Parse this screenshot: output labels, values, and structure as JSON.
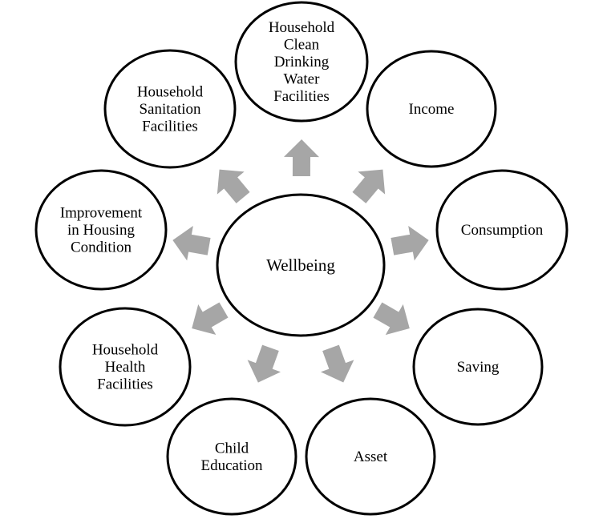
{
  "diagram": {
    "center": {
      "label": "Wellbeing"
    },
    "arrow_color": "#a6a6a6",
    "outcomes": [
      {
        "id": "drinking-water",
        "lines": [
          "Household",
          "Clean",
          "Drinking",
          "Water",
          "Facilities"
        ]
      },
      {
        "id": "income",
        "lines": [
          "Income"
        ]
      },
      {
        "id": "consumption",
        "lines": [
          "Consumption"
        ]
      },
      {
        "id": "saving",
        "lines": [
          "Saving"
        ]
      },
      {
        "id": "asset",
        "lines": [
          "Asset"
        ]
      },
      {
        "id": "child-education",
        "lines": [
          "Child",
          "Education"
        ]
      },
      {
        "id": "health-facilities",
        "lines": [
          "Household",
          "Health",
          "Facilities"
        ]
      },
      {
        "id": "housing-condition",
        "lines": [
          "Improvement",
          "in Housing",
          "Condition"
        ]
      },
      {
        "id": "sanitation-facilities",
        "lines": [
          "Household",
          "Sanitation",
          "Facilities"
        ]
      }
    ]
  }
}
